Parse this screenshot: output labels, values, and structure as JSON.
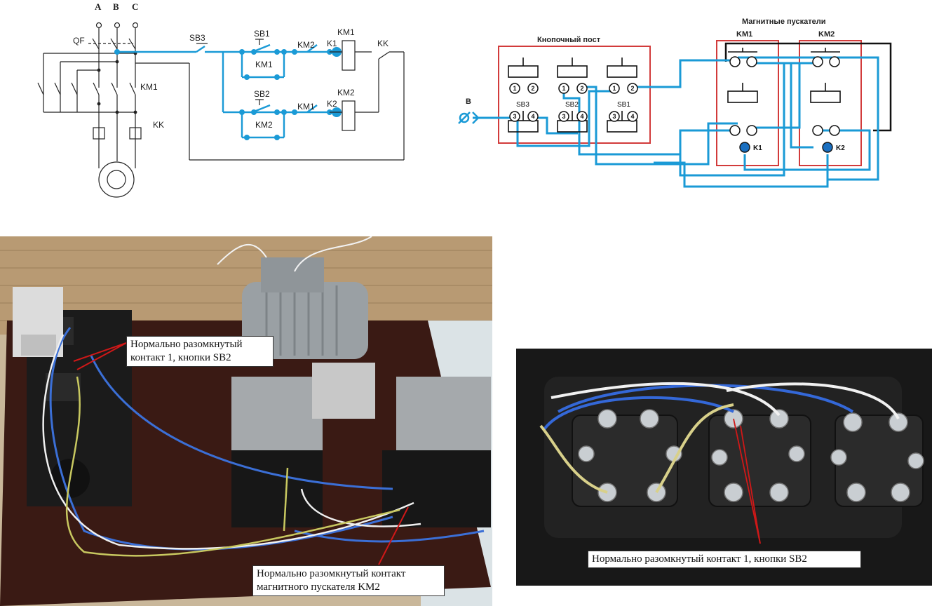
{
  "schematic": {
    "phases": [
      "A",
      "B",
      "C"
    ],
    "qf": "QF",
    "sb3": "SB3",
    "sb1": "SB1",
    "sb2": "SB2",
    "km1": "KM1",
    "km2": "KM2",
    "k1": "K1",
    "k2": "K2",
    "kk": "KK",
    "km1_power": "KM1",
    "kk_heater": "KK"
  },
  "wiring": {
    "header_starters": "Магнитные пускатели",
    "header_post": "Кнопочный пост",
    "km1": "KM1",
    "km2": "KM2",
    "input_label": "B",
    "sb3": "SB3",
    "sb2": "SB2",
    "sb1": "SB1",
    "pin1": "1",
    "pin2": "2",
    "pin3": "3",
    "pin4": "4",
    "k1": "K1",
    "k2": "K2"
  },
  "photo_left": {
    "callout_top_line1": "Нормально разомкнутый",
    "callout_top_line2": "контакт 1, кнопки SB2",
    "callout_bottom_line1": "Нормально разомкнутый контакт",
    "callout_bottom_line2": "магнитного пускателя KM2"
  },
  "photo_right": {
    "callout": "Нормально разомкнутый контакт 1, кнопки SB2"
  },
  "colors": {
    "wire_blue": "#1a9ad6",
    "panel_red": "#d23b3b",
    "ink": "#222222"
  }
}
